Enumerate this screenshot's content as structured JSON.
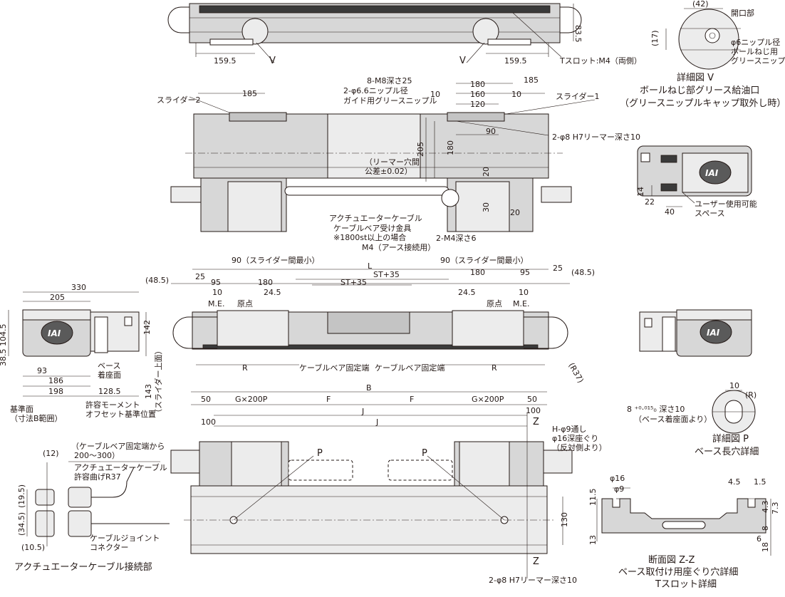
{
  "logo_text": "IAI",
  "top_view": {
    "dim_height": "83.5",
    "dim_left": "159.5",
    "dim_right": "159.5",
    "marker_v_left": "V",
    "marker_v_right": "V",
    "t_slot_label": "Tスロット:M4（両側）"
  },
  "detail_v": {
    "dim_42": "(42)",
    "dim_17": "(17)",
    "opening_label": "開口部",
    "nipple_line1": "φ6ニップル径",
    "nipple_line2": "ボールねじ用",
    "nipple_line3": "グリースニップル",
    "title1": "詳細図 V",
    "title2": "ボールねじ部グリース給油口",
    "title3": "（グリースニップルキャップ取外し時）"
  },
  "mid_view": {
    "slider2": "スライダー2",
    "slider1": "スライダー1",
    "dim_185_left": "185",
    "dim_185_right": "185",
    "tap_m8": "8-M8深さ25",
    "nipple_guide1": "2-φ6.6ニップル径",
    "nipple_guide2": "ガイド用グリースニップル",
    "dim_180": "180",
    "dim_160": "160",
    "dim_120": "120",
    "dim_10a": "10",
    "dim_10b": "10",
    "dim_90": "90",
    "reamer": "2-φ8 H7リーマー深さ10",
    "dim_205": "205",
    "dim_180v": "180",
    "reamer_pitch1": "（リーマー穴間",
    "reamer_pitch2": "公差±0.02）",
    "dim_20a": "20",
    "dim_30": "30",
    "dim_20b": "20",
    "actuator_cable": "アクチュエーターケーブル",
    "cable_bracket": "ケーブルベア受け金具",
    "cable_note": "※1800st以上の場合",
    "earth": "M4（アース接続用）",
    "tap_m4": "2-M4深さ6"
  },
  "detail_end": {
    "dim_14": "14",
    "dim_22": "22",
    "dim_40": "40",
    "user_space1": "ユーザー使用可能",
    "user_space2": "スペース"
  },
  "front_view": {
    "min_left": "90（スライダー間最小）",
    "min_right": "90（スライダー間最小）",
    "L": "L",
    "st35a": "ST+35",
    "st35b": "ST+35",
    "dim_485_l": "(48.5)",
    "dim_485_r": "(48.5)",
    "dim_25_l": "25",
    "dim_25_r": "25",
    "dim_95_l": "95",
    "dim_95_r": "95",
    "dim_180_l": "180",
    "dim_180_r": "180",
    "dim_10_l": "10",
    "dim_10_r": "10",
    "dim_245_l": "24.5",
    "dim_245_r": "24.5",
    "me_l": "M.E.",
    "me_r": "M.E.",
    "origin_l": "原点",
    "origin_r": "原点",
    "R_l": "R",
    "R_r": "R",
    "R37": "(R37)",
    "fixed_end_l": "ケーブルベア固定端",
    "fixed_end_r": "ケーブルベア固定端"
  },
  "side_view": {
    "dim_330": "330",
    "dim_205": "205",
    "dim_1045": "104.5",
    "dim_385": "38.5",
    "dim_142": "142",
    "dim_93": "93",
    "dim_186": "186",
    "dim_198": "198",
    "dim_1285": "128.5",
    "dim_143": "143",
    "slider_top": "（スライダー上面）",
    "base_mount1": "ベース",
    "base_mount2": "着座面",
    "ref_face1": "基準面",
    "ref_face2": "（寸法B範囲）",
    "moment1": "許容モーメント",
    "moment2": "オフセット基準位置"
  },
  "bottom_view": {
    "B": "B",
    "dim_50_l": "50",
    "dim_50_r": "50",
    "g200_l": "G×200P",
    "g200_r": "G×200P",
    "F_l": "F",
    "F_r": "F",
    "J1": "J",
    "J2": "J",
    "dim_100_l": "100",
    "dim_100_r": "100",
    "Z_top": "Z",
    "Z_bot": "Z",
    "P_l": "P",
    "P_r": "P",
    "hole1": "H-φ9通し",
    "hole2": "φ16深座ぐり",
    "hole3": "（反対側より）",
    "dim_130": "130",
    "reamer": "2-φ8 H7リーマー深さ10"
  },
  "detail_p": {
    "dim_10": "10",
    "R": "(R)",
    "tol": "8 ⁺⁰·⁰¹⁵₀ 深さ10",
    "note": "（ベース着座面より）",
    "title1": "詳細図 P",
    "title2": "ベース長穴詳細"
  },
  "cable_detail": {
    "dim_12": "(12)",
    "dim_195": "(19.5)",
    "dim_345": "(34.5)",
    "dim_105": "(10.5)",
    "from_fixed1": "（ケーブルベア固定端から",
    "from_fixed2": "200～300）",
    "bend1": "アクチュエーターケーブル",
    "bend2": "許容曲げR37",
    "joint1": "ケーブルジョイント",
    "joint2": "コネクター",
    "title": "アクチュエーターケーブル接続部"
  },
  "section_zz": {
    "d16": "φ16",
    "d9": "φ9",
    "dim_45": "4.5",
    "dim_15": "1.5",
    "dim_115": "11.5",
    "dim_13": "13",
    "dim_43": "4.3",
    "dim_73": "7.3",
    "dim_6": "6",
    "dim_8": "8",
    "dim_18": "18",
    "title1": "断面図 Z-Z",
    "title2": "ベース取付け用座ぐり穴詳細",
    "title3": "Tスロット詳細"
  }
}
